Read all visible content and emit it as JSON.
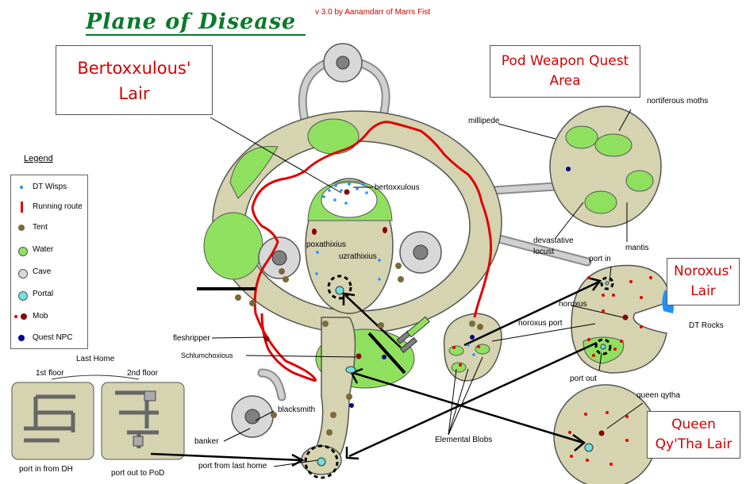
{
  "title": "Plane of Disease",
  "version": "v 3.0 by Aanamdarr of Marrs Fist",
  "boxes": {
    "bertox_line1": "Bertoxxulous'",
    "bertox_line2": "Lair",
    "pod_line1": "Pod Weapon Quest",
    "pod_line2": "Area",
    "noroxus_line1": "Noroxus'",
    "noroxus_line2": "Lair",
    "queen_line1": "Queen",
    "queen_line2": "Qy'Tha Lair"
  },
  "legend": {
    "title": "Legend",
    "items": [
      {
        "label": "DT Wisps",
        "color": "#1e90ff"
      },
      {
        "label": "Running route",
        "color": "#e00000"
      },
      {
        "label": "Tent",
        "color": "#7a6a3a"
      },
      {
        "label": "Water",
        "color": "#90e060"
      },
      {
        "label": "Cave",
        "color": "#d8d8d8"
      },
      {
        "label": "Portal",
        "color": "#70e0e0"
      },
      {
        "label": "Mob",
        "color": "#8b0000"
      },
      {
        "label": "Quest NPC",
        "color": "#00008b"
      }
    ]
  },
  "labels": {
    "bertoxxulous": "bertoxxulous",
    "poxathixius": "poxathixius",
    "uzrathixius": "uzrathixius",
    "millipede": "millipede",
    "nortiferous": "nortiferous moths",
    "devastative": "devastative",
    "locust": "locust",
    "mantis": "mantis",
    "port_in": "port in",
    "noroxus": "noroxus",
    "noroxus_port": "noroxus port",
    "dt_rocks": "DT Rocks",
    "port_out": "port out",
    "queen_qytha": "queen qytha",
    "fleshripper": "fleshripper",
    "schlum": "Schlumchoxious",
    "blacksmith": "blacksmith",
    "banker": "banker",
    "port_from_last_home": "port from last home",
    "elemental_blobs": "Elemental Blobs",
    "last_home": "Last Home",
    "first_floor": "1st floor",
    "second_floor": "2nd floor",
    "port_in_from_dh": "port in from DH",
    "port_out_to_pod": "port out to PoD"
  }
}
